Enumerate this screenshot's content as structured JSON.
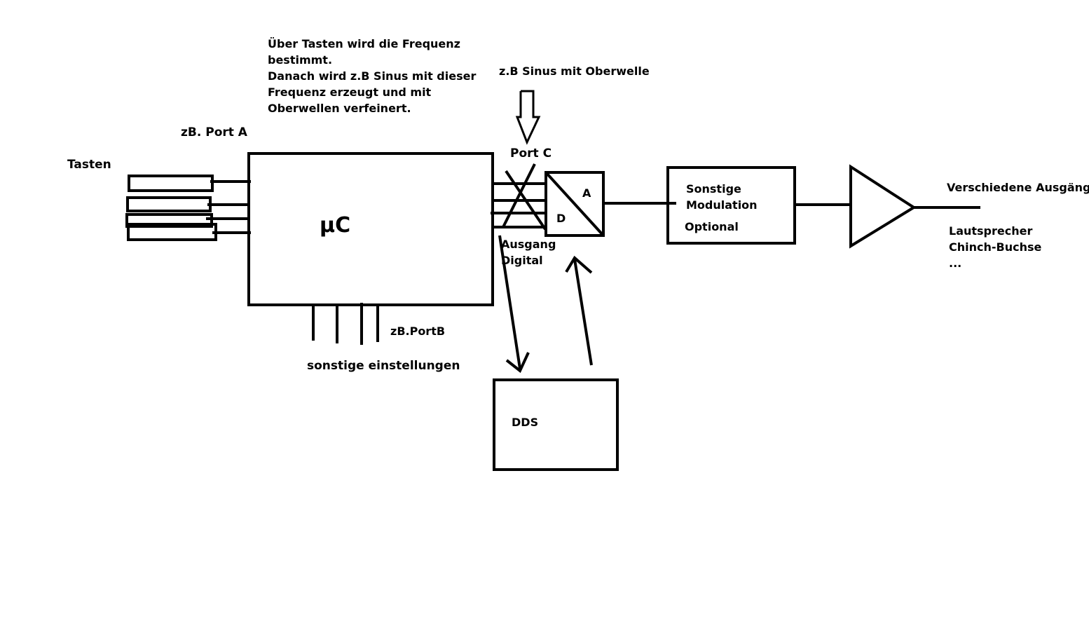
{
  "labels": {
    "tasten": "Tasten",
    "port_a": "zB. Port A",
    "uc": "µC",
    "port_b": "zB.PortB",
    "sonstige_einstellungen": "sonstige einstellungen",
    "note": [
      "Über Tasten wird die Frequenz",
      "bestimmt.",
      "Danach wird z.B Sinus mit dieser",
      "Frequenz erzeugt und mit",
      "Oberwellen verfeinert."
    ],
    "sinus_oberwelle": "z.B Sinus mit Oberwelle",
    "port_c": "Port C",
    "dac_a": "A",
    "dac_d": "D",
    "ausgang": "Ausgang",
    "digital": "Digital",
    "dds": "DDS",
    "modulation": [
      "Sonstige",
      "Modulation",
      "Optional"
    ],
    "verschiedene_ausgaenge": "Verschiedene Ausgänge",
    "outputs": [
      "Lautsprecher",
      "Chinch-Buchse",
      "..."
    ]
  }
}
